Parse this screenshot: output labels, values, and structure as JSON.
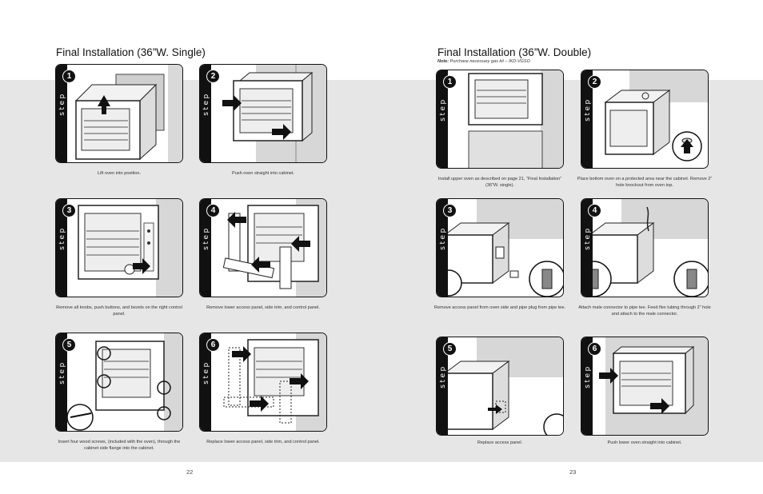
{
  "left": {
    "title": "Final Installation (36”W. Single)",
    "page_number": "22",
    "steps": [
      {
        "num": "1",
        "word": "step",
        "caption": "Lift oven into position."
      },
      {
        "num": "2",
        "word": "step",
        "caption": "Push oven straight into cabinet."
      },
      {
        "num": "3",
        "word": "step",
        "caption": "Remove all knobs, push buttons, and bezels on the right control panel."
      },
      {
        "num": "4",
        "word": "step",
        "caption": "Remove lower access panel, side trim, and control panel."
      },
      {
        "num": "5",
        "word": "step",
        "caption": "Insert four wood screws, (included with the oven), through the cabinet side flange into the cabinet."
      },
      {
        "num": "6",
        "word": "step",
        "caption": "Replace lower access panel, side trim, and control panel."
      }
    ]
  },
  "right": {
    "title": "Final Installation (36”W. Double)",
    "note_label": "Note:",
    "note_text": "Purchase necessary gas kit – IKD-VGSO",
    "page_number": "23",
    "steps": [
      {
        "num": "1",
        "word": "step",
        "caption": "Install upper oven as described on page 21, “Final Installation” (36”W. single)."
      },
      {
        "num": "2",
        "word": "step",
        "caption": "Place bottom oven on a protected area near the cabinet. Remove 2” hole knockout from oven top."
      },
      {
        "num": "3",
        "word": "step",
        "caption": "Remove access panel from oven side and pipe plug from pipe tee."
      },
      {
        "num": "4",
        "word": "step",
        "caption": "Attach male connector to pipe tee. Feed flex tubing through 2” hole and attach to the male connector."
      },
      {
        "num": "5",
        "word": "step",
        "caption": "Replace access panel."
      },
      {
        "num": "6",
        "word": "step",
        "caption": "Push lower oven straight into cabinet."
      }
    ]
  }
}
